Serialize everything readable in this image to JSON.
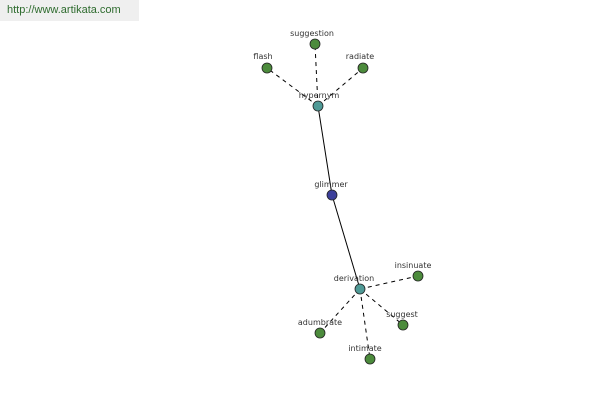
{
  "header": {
    "url": "http://www.artikata.com"
  },
  "colors": {
    "center": "#3c3f9a",
    "relation": "#4f9a96",
    "leaf": "#4c8b3c",
    "edge": "#000000",
    "banner_bg": "#efefef",
    "banner_text": "#2e6b2e"
  },
  "graph": {
    "center": {
      "label": "glimmer"
    },
    "relations": [
      {
        "label": "hypernym",
        "words": [
          "suggestion",
          "flash",
          "radiate"
        ]
      },
      {
        "label": "derivation",
        "words": [
          "insinuate",
          "suggest",
          "adumbrate",
          "intimate"
        ]
      }
    ]
  }
}
